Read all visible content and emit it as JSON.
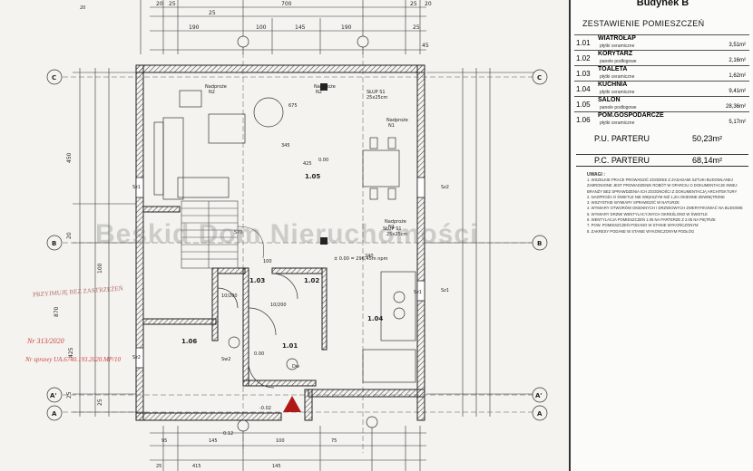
{
  "building_label": "Budynek B",
  "legend": {
    "header": "ZESTAWIENIE POMIESZCZEŃ",
    "rooms": [
      {
        "no": "1.01",
        "name": "WIATROŁAP",
        "floor": "płytki ceramiczne",
        "area": "3,51m²"
      },
      {
        "no": "1.02",
        "name": "KORYTARZ",
        "floor": "panele podłogowe",
        "area": "2,16m²"
      },
      {
        "no": "1.03",
        "name": "TOALETA",
        "floor": "płytki ceramiczne",
        "area": "1,62m²"
      },
      {
        "no": "1.04",
        "name": "KUCHNIA",
        "floor": "płytki ceramiczne",
        "area": "9,41m²"
      },
      {
        "no": "1.05",
        "name": "SALON",
        "floor": "panele podłogowe",
        "area": "28,36m²"
      },
      {
        "no": "1.06",
        "name": "POM.GOSPODARCZE",
        "floor": "płytki ceramiczne",
        "area": "5,17m²"
      }
    ],
    "pu_label": "P.U. PARTERU",
    "pu_value": "50,23m²",
    "pc_label": "P.C. PARTERU",
    "pc_value": "68,14m²",
    "notes_title": "UWAGI :",
    "notes": [
      "1. WSZELKIE PRACE PROWADZIĆ ZGODNIE Z ZASADAMI SZTUKI BUDOWLANEJ",
      "ZABRONIONE JEST PROWADZENIE ROBÓT W OPARCIU O DOKUMENTACJE INNEJ",
      "BRANŻY BEZ SPRAWDZENIA ICH ZGODNOŚCI Z DOKUMENTACJĄ ARCHITEKTURY",
      "2. NADPROŻA O ŚWIETLE NIE WIĘKSZYM NIŻ 1,2m OKIENNE ZEWNĘTRZNE",
      "3. WSZYSTKIE WYMIARY SPRAWDZIĆ W NATURZE",
      "4. WYMIARY OTWORÓW OKIENNYCH I DRZWIOWYCH ZWERYFIKOWAĆ NA BUDOWIE",
      "5. WYMIARY DRZWI WENTYLACYJNYCH OKREŚLONO W ŚWIETLE",
      "6. WENTYLACJA POMIESZCZEŃ 1.06 NA PARTERZE Z 2.05 NA PIĘTRZE",
      "7. POW. POMIESZCZEŃ PODANO W STANIE WYKOŃCZONYM",
      "8. ZAKRESY PODANE W STANIE WYKOŃCZONYM PODŁÓG"
    ]
  },
  "plan": {
    "top_dims": [
      "20",
      "25",
      "700",
      "25",
      "20",
      "25",
      "190",
      "100",
      "145",
      "190",
      "25",
      "45"
    ],
    "axis_labels": [
      "C",
      "B",
      "A'",
      "A",
      "C",
      "B",
      "A'",
      "A"
    ],
    "room_tags": [
      "1.05",
      "1.04",
      "1.03",
      "1.02",
      "1.01",
      "1.06"
    ],
    "labels": [
      "Nadproże",
      "N2",
      "Nadproże",
      "N2",
      "SŁUP S1",
      "25x25cm",
      "Nadproże",
      "N1",
      "SŁUP S1",
      "25x25cm",
      "Nadproże",
      "N1",
      "Sz1",
      "Sz2",
      "Sz1",
      "Sz1",
      "Sz2",
      "Dw",
      "Sw2",
      "675",
      "345",
      "425",
      "240",
      "570",
      "100",
      "1.05",
      "1.04",
      "1.01",
      "1.06",
      "1.03",
      "1.02"
    ],
    "misc": [
      "0.00",
      "0.00",
      "-0.02",
      "± 0.00 = 296,45m npm",
      "0.12",
      "10/200",
      "10/200",
      "20",
      "415",
      "145",
      "25",
      "95",
      "145",
      "100",
      "75"
    ],
    "left_dims": [
      "450",
      "870",
      "20",
      "425",
      "25",
      "100",
      "25"
    ],
    "watermark": "Beskid Dom Nieruchomości",
    "stamp_text": "PRZYJMUJĘ BEZ ZASTRZEŻEŃ",
    "hand_notes": [
      "Nr 313/2020",
      "Nr sprawy UA.6740.193.2020.MP/10"
    ]
  },
  "colors": {
    "line": "#2d2d2d",
    "triangle": "#b01818",
    "paper": "#f4f3ef"
  }
}
